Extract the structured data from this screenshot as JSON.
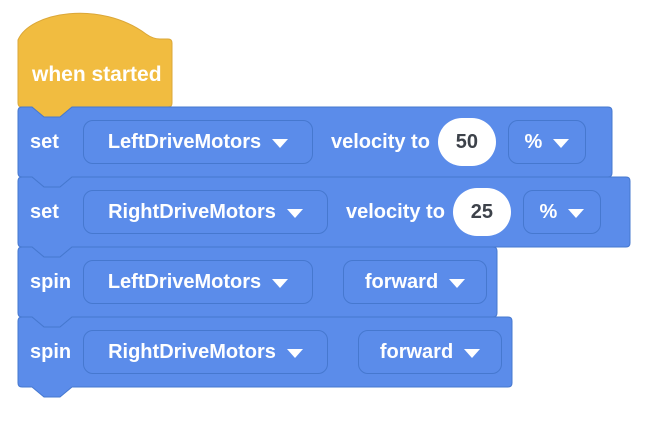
{
  "colors": {
    "block_blue": "#5B8CEA",
    "block_blue_border": "#4678CF",
    "hat_gold": "#F1BC40",
    "hat_gold_border": "#DBA738",
    "label_text": "#FFFFFF",
    "value_text": "#3D424A",
    "value_bg": "#FFFFFF",
    "canvas_bg": "#FFFFFF"
  },
  "hat": {
    "label": "when started"
  },
  "blocks": [
    {
      "action": "set",
      "motor": "LeftDriveMotors",
      "middle": "velocity to",
      "value": "50",
      "unit": "%"
    },
    {
      "action": "set",
      "motor": "RightDriveMotors",
      "middle": "velocity to",
      "value": "25",
      "unit": "%"
    },
    {
      "action": "spin",
      "motor": "LeftDriveMotors",
      "direction": "forward"
    },
    {
      "action": "spin",
      "motor": "RightDriveMotors",
      "direction": "forward"
    }
  ],
  "icons": {
    "dropdown_arrow": "triangle-down"
  }
}
